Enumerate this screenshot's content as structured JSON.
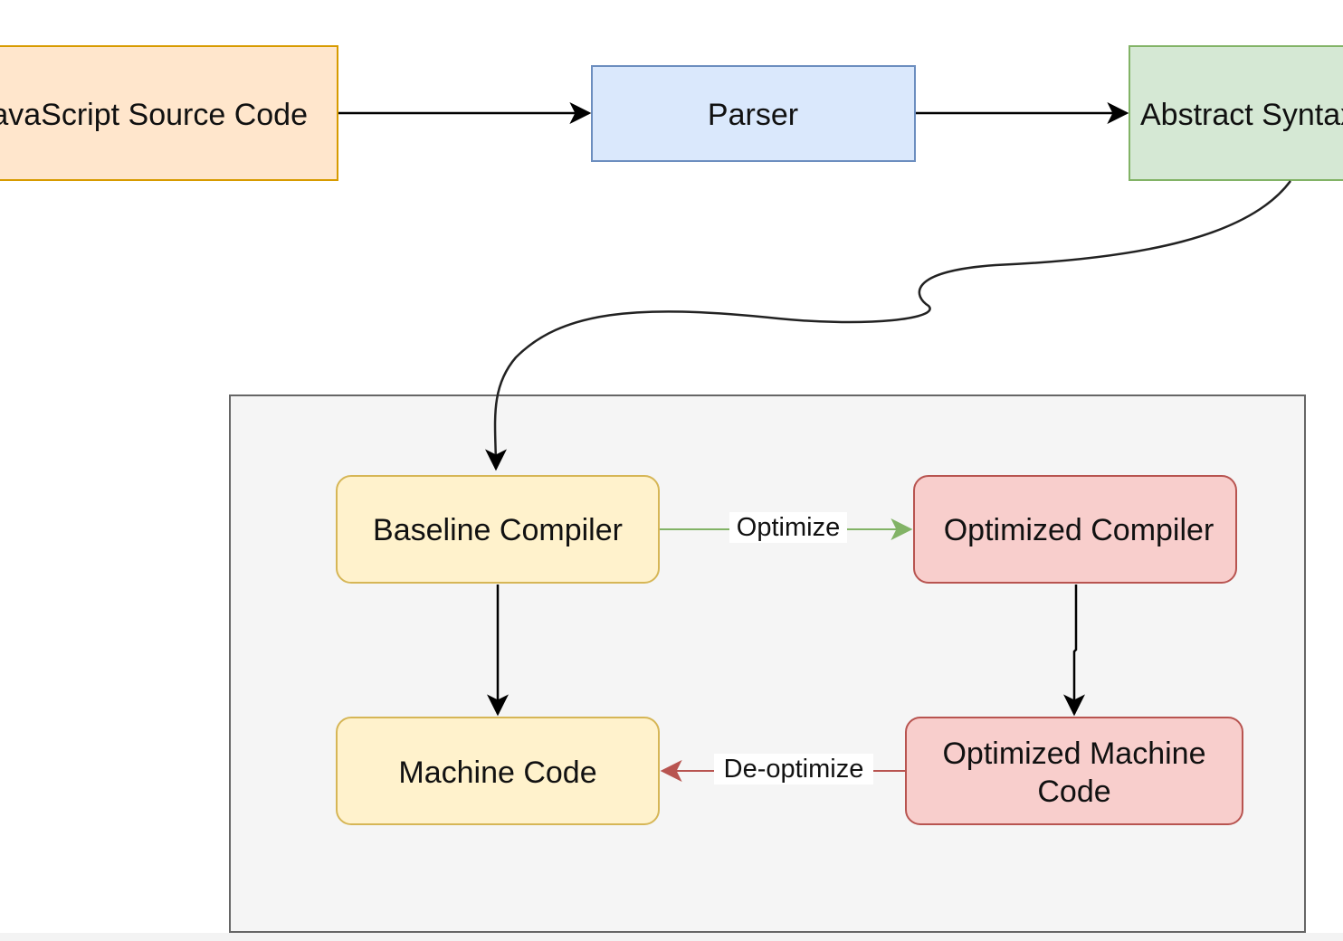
{
  "nodes": {
    "source_code": {
      "label": "JavaScript Source Code"
    },
    "parser": {
      "label": "Parser"
    },
    "ast": {
      "label": "Abstract Syntax Tree"
    },
    "baseline_compiler": {
      "label": "Baseline Compiler"
    },
    "optimized_compiler": {
      "label": "Optimized Compiler"
    },
    "machine_code": {
      "label": "Machine Code"
    },
    "optimized_machine_code": {
      "label_line1": "Optimized Machine",
      "label_line2": "Code"
    }
  },
  "edges": {
    "optimize": {
      "label": "Optimize"
    },
    "deoptimize": {
      "label": "De-optimize"
    }
  },
  "colors": {
    "source_fill": "#ffe6cc",
    "source_stroke": "#d79b00",
    "parser_fill": "#dae8fc",
    "parser_stroke": "#6c8ebf",
    "ast_fill": "#d5e8d4",
    "ast_stroke": "#82b366",
    "yellow_fill": "#fff2cc",
    "yellow_stroke": "#d6b656",
    "red_fill": "#f8cecc",
    "red_stroke": "#b85450",
    "container_fill": "#f5f5f5",
    "container_stroke": "#666666",
    "optimize_edge": "#82b366",
    "deoptimize_edge": "#b85450",
    "default_edge": "#000000"
  }
}
